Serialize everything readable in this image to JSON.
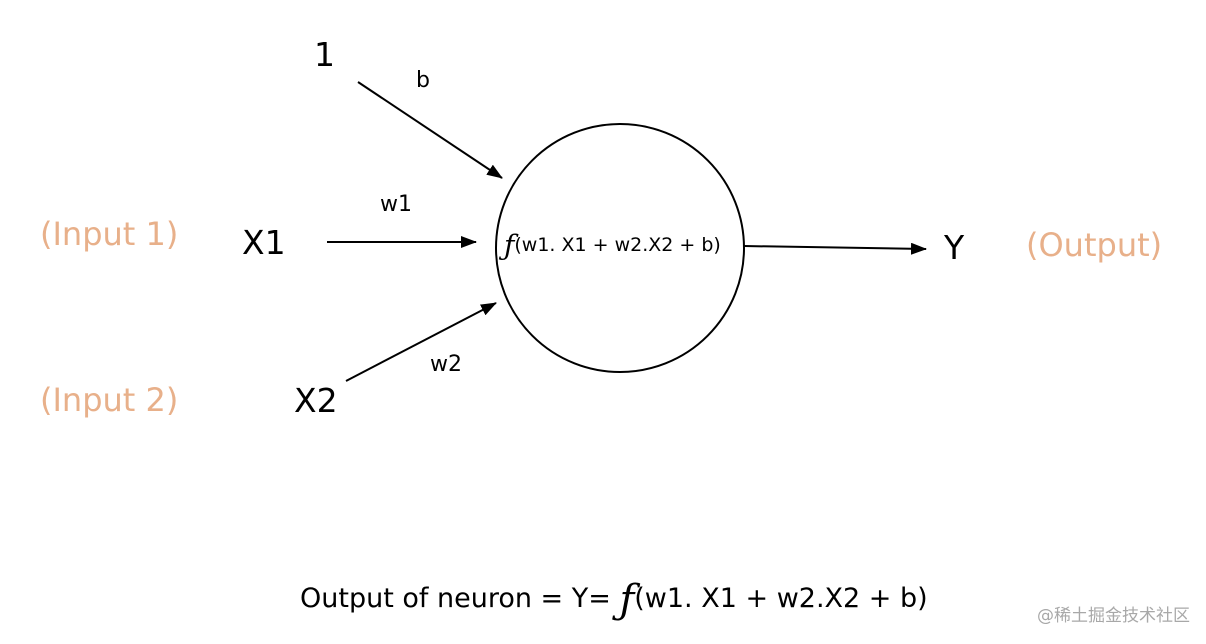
{
  "diagram": {
    "bias_input": "1",
    "bias_weight": "b",
    "input1": {
      "annotation": "(Input 1)",
      "node": "X1",
      "weight": "w1"
    },
    "input2": {
      "annotation": "(Input 2)",
      "node": "X2",
      "weight": "w2"
    },
    "neuron": {
      "function_symbol": "ƒ",
      "expression": "(w1. X1 + w2.X2 + b)"
    },
    "output": {
      "node": "Y",
      "annotation": "(Output)"
    }
  },
  "caption": {
    "prefix": "Output of neuron  = Y=",
    "function_symbol": "ƒ",
    "expression": "(w1. X1 + w2.X2 + b)"
  },
  "watermark": "@稀土掘金技术社区",
  "colors": {
    "annotation": "#e8b08a",
    "line": "#000000",
    "watermark": "#a8a8a8"
  }
}
